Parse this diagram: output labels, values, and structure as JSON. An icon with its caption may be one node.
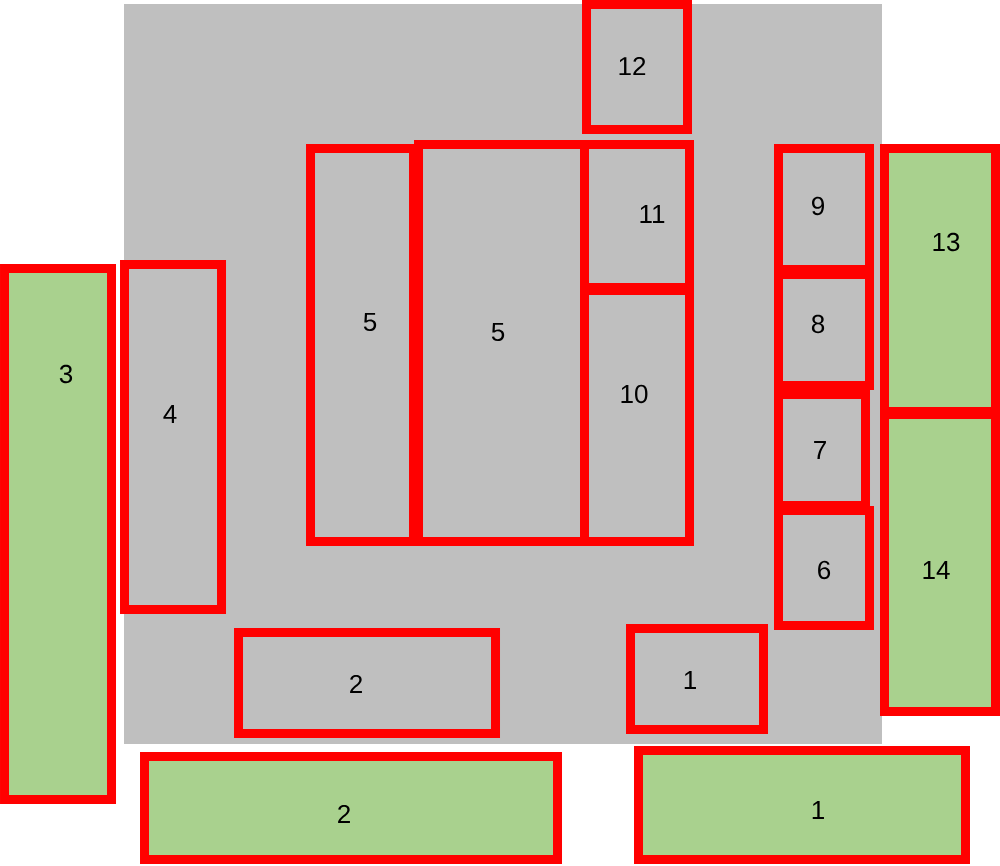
{
  "diagram": {
    "nodes": [
      {
        "text": [
          "12"
        ]
      },
      {
        "text": [
          "5"
        ]
      },
      {
        "text": [
          "5"
        ]
      },
      {
        "text": [
          "11"
        ]
      },
      {
        "text": [
          "9"
        ]
      },
      {
        "text": [
          "13"
        ]
      },
      {
        "text": [
          "3"
        ]
      },
      {
        "text": [
          "4"
        ]
      },
      {
        "text": [
          "10"
        ]
      },
      {
        "text": [
          "8"
        ]
      },
      {
        "text": [
          "7"
        ]
      },
      {
        "text": [
          "14"
        ]
      },
      {
        "text": [
          "6"
        ]
      },
      {
        "text": [
          "2"
        ]
      },
      {
        "text": [
          "1"
        ]
      },
      {
        "text": [
          "2"
        ]
      },
      {
        "text": [
          "1"
        ]
      }
    ]
  }
}
